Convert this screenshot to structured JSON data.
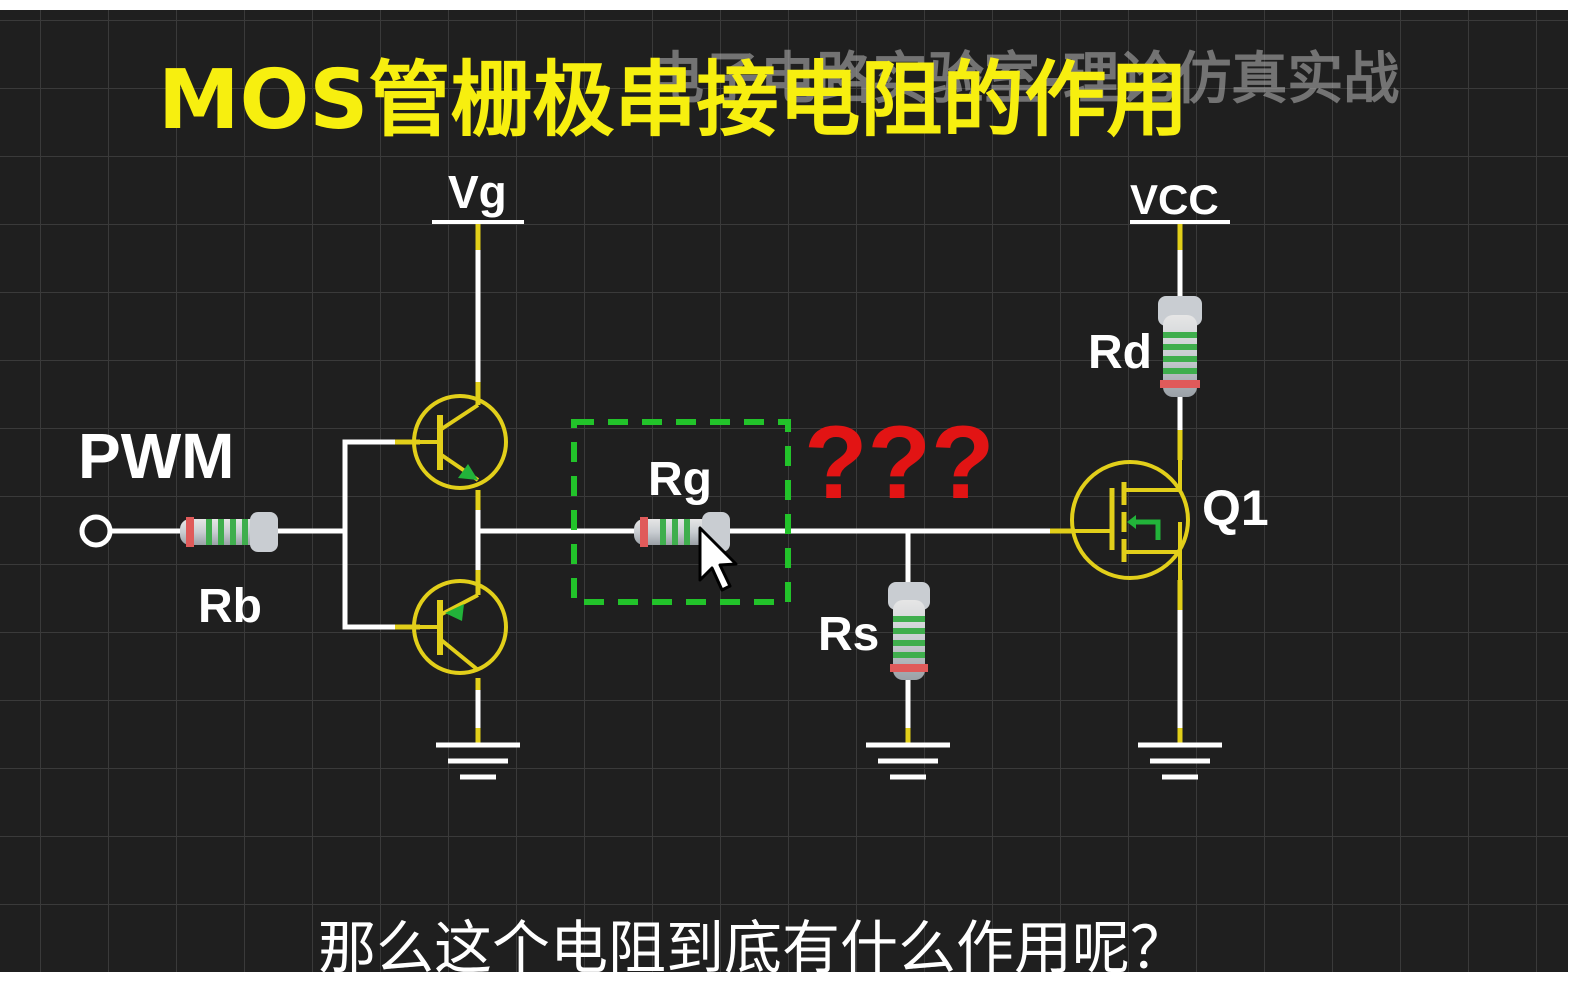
{
  "title": "MOS管栅极串接电阻的作用",
  "watermark": "电子电路实验室-理论仿真实战",
  "subtitle": "那么这个电阻到底有什么作用呢？",
  "question_marks": "???",
  "labels": {
    "pwm": "PWM",
    "vg": "Vg",
    "vcc": "VCC",
    "rb": "Rb",
    "rg": "Rg",
    "rs": "Rs",
    "rd": "Rd",
    "q1": "Q1"
  },
  "colors": {
    "background": "#1f1f1f",
    "grid": "#3a3a3a",
    "wire": "#ffffff",
    "component": "#e2cf1a",
    "title": "#f7ef0f",
    "highlight_box": "#22c32a",
    "question": "#e21414",
    "arrow": "#22b33a"
  }
}
